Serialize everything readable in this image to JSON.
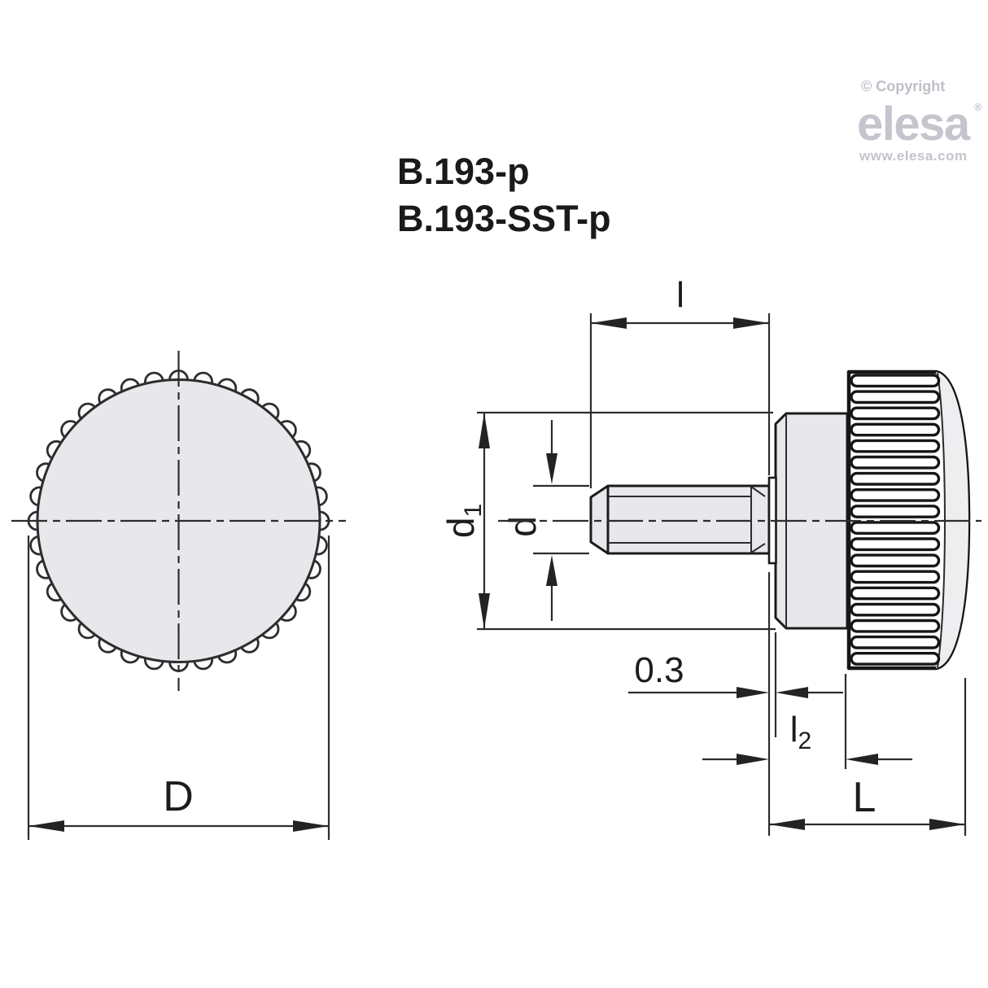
{
  "header": {
    "model_line1": "B.193-p",
    "model_line2": "B.193-SST-p"
  },
  "branding": {
    "copyright": "© Copyright",
    "logo_text": "elesa",
    "registered_mark": "®",
    "website": "www.elesa.com"
  },
  "front_view": {
    "diameter_label": "D"
  },
  "side_view": {
    "thread_length_label": "l",
    "hub_diameter_label": {
      "base": "d",
      "sub": "1"
    },
    "thread_diameter_label": "d",
    "boss_offset_label": "0.3",
    "hub_length_label": {
      "base": "l",
      "sub": "2"
    },
    "total_length_label": "L"
  },
  "colors": {
    "background": "#ffffff",
    "line": "#2d2d2d",
    "outline_heavy": "#161616",
    "part_fill_gray": "#e8e8ec",
    "label_text": "#1c1c1c",
    "logo_gray": "#c5c5ce",
    "copyright_gray": "#bfbfc8"
  }
}
